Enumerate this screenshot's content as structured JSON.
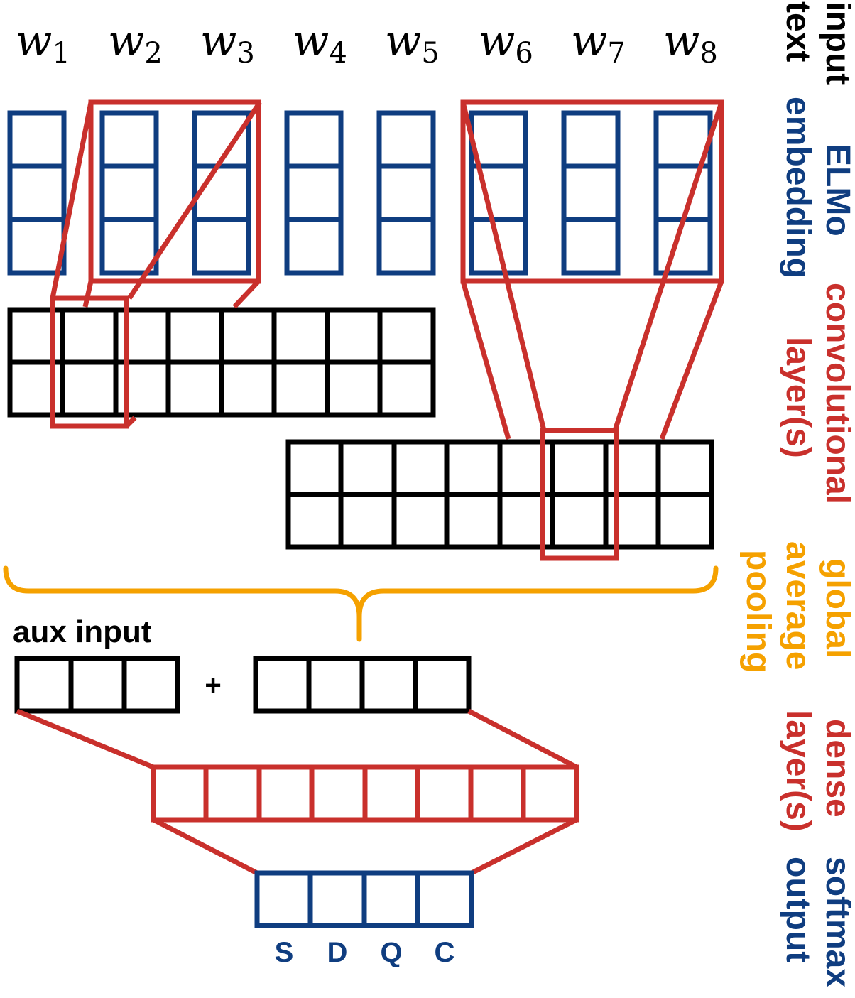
{
  "colors": {
    "black": "#000000",
    "blue": "#0f3d80",
    "red": "#c9302c",
    "orange": "#f5a100"
  },
  "words": [
    {
      "base": "w",
      "sub": "1"
    },
    {
      "base": "w",
      "sub": "2"
    },
    {
      "base": "w",
      "sub": "3"
    },
    {
      "base": "w",
      "sub": "4"
    },
    {
      "base": "w",
      "sub": "5"
    },
    {
      "base": "w",
      "sub": "6"
    },
    {
      "base": "w",
      "sub": "7"
    },
    {
      "base": "w",
      "sub": "8"
    }
  ],
  "side_labels": {
    "input_text": [
      "input",
      "text"
    ],
    "elmo_embedding": [
      "ELMo",
      "embedding"
    ],
    "convolutional": [
      "convolutional",
      "layer(s)"
    ],
    "pooling": [
      "global",
      "average",
      "pooling"
    ],
    "dense": [
      "dense",
      "layer(s)"
    ],
    "softmax": [
      "softmax",
      "output"
    ]
  },
  "aux_input_label": "aux input",
  "plus_sign": "+",
  "output_classes": [
    "S",
    "D",
    "Q",
    "C"
  ]
}
